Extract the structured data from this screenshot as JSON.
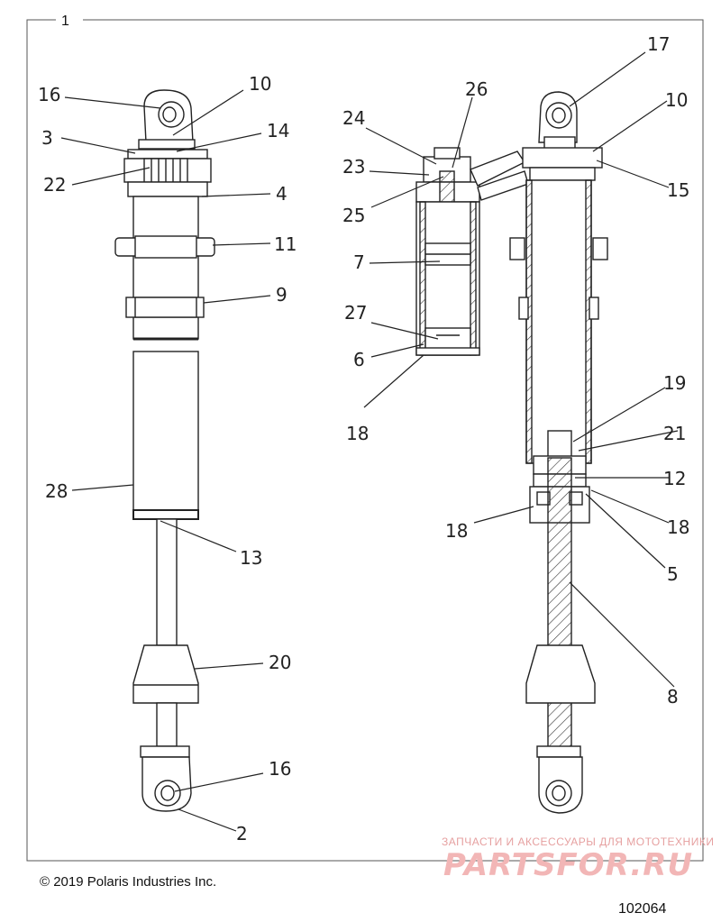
{
  "frame_number": "1",
  "copyright": "© 2019 Polaris Industries Inc.",
  "figure_id": "102064",
  "watermark": {
    "subtitle": "ЗАПЧАСТИ И АКСЕССУАРЫ ДЛЯ МОТОТЕХНИКИ",
    "brand": "PARTSFOR.RU"
  },
  "callouts": {
    "c16a": "16",
    "c10a": "10",
    "c3": "3",
    "c14": "14",
    "c22": "22",
    "c4": "4",
    "c11": "11",
    "c9": "9",
    "c28": "28",
    "c13": "13",
    "c20": "20",
    "c16b": "16",
    "c2": "2",
    "c24": "24",
    "c26": "26",
    "c23": "23",
    "c25": "25",
    "c7": "7",
    "c27": "27",
    "c6": "6",
    "c18a": "18",
    "c17": "17",
    "c10b": "10",
    "c15": "15",
    "c19": "19",
    "c21": "21",
    "c12": "12",
    "c18b": "18",
    "c18c": "18",
    "c5": "5",
    "c8": "8"
  }
}
